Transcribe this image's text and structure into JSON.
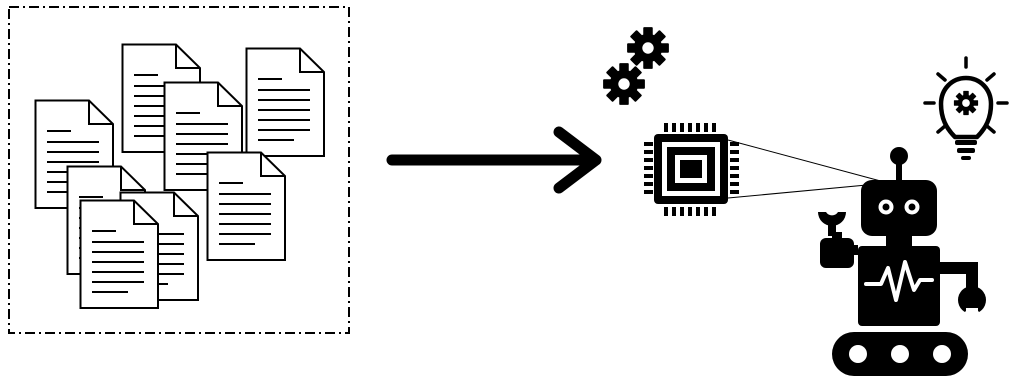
{
  "diagram": {
    "documents_group": {
      "border_style": "dash-dot",
      "document_count": 8
    },
    "flow_arrow": {
      "direction": "right"
    },
    "processor": {
      "icon": "cpu-chip-icon"
    },
    "gears": {
      "icon": "gears-icon",
      "count": 2
    },
    "idea": {
      "icon": "lightbulb-gear-icon"
    },
    "robot": {
      "icon": "robot-icon",
      "chest_symbol": "heartbeat-line",
      "wheel_count": 3
    },
    "colors": {
      "ink": "#000000",
      "paper": "#ffffff"
    }
  }
}
